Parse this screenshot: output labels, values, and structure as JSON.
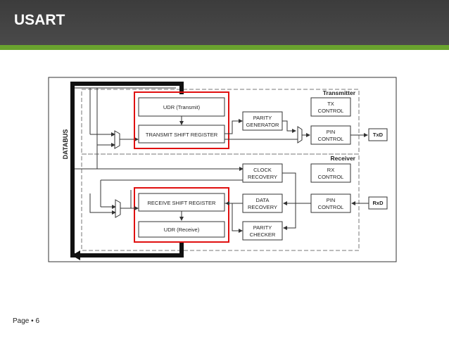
{
  "header": {
    "title": "USART"
  },
  "footer": {
    "page_label": "Page",
    "bullet": "•",
    "page_number": "6"
  },
  "diagram": {
    "section_transmitter": "Transmitter",
    "section_receiver": "Receiver",
    "databus": "DATABUS",
    "udr_transmit": "UDR (Transmit)",
    "transmit_shift_register": "TRANSMIT SHIFT REGISTER",
    "parity_generator_1": "PARITY",
    "parity_generator_2": "GENERATOR",
    "tx_control_1": "TX",
    "tx_control_2": "CONTROL",
    "pin_control_tx_1": "PIN",
    "pin_control_tx_2": "CONTROL",
    "txd": "TxD",
    "clock_recovery_1": "CLOCK",
    "clock_recovery_2": "RECOVERY",
    "rx_control_1": "RX",
    "rx_control_2": "CONTROL",
    "receive_shift_register": "RECEIVE SHIFT REGISTER",
    "data_recovery_1": "DATA",
    "data_recovery_2": "RECOVERY",
    "pin_control_rx_1": "PIN",
    "pin_control_rx_2": "CONTROL",
    "rxd": "RxD",
    "parity_checker_1": "PARITY",
    "parity_checker_2": "CHECKER",
    "udr_receive": "UDR (Receive)"
  }
}
